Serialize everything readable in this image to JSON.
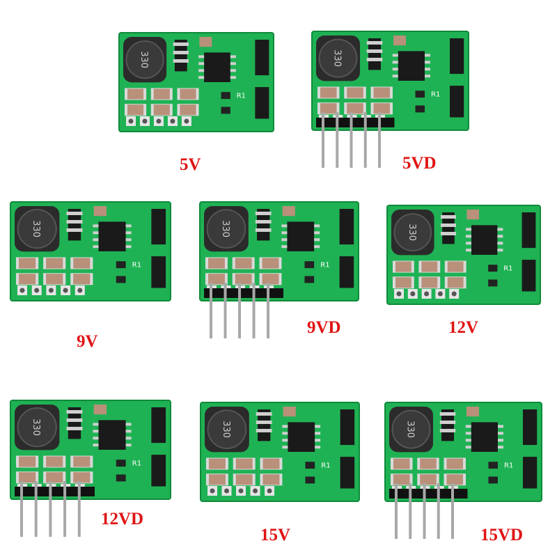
{
  "modules": [
    {
      "label": "5V",
      "inductor_text": "330",
      "resistor_mark": "R1",
      "header_pins": false
    },
    {
      "label": "5VD",
      "inductor_text": "330",
      "resistor_mark": "R1",
      "header_pins": true
    },
    {
      "label": "9V",
      "inductor_text": "330",
      "resistor_mark": "R1",
      "header_pins": false
    },
    {
      "label": "9VD",
      "inductor_text": "330",
      "resistor_mark": "R1",
      "header_pins": true
    },
    {
      "label": "12V",
      "inductor_text": "330",
      "resistor_mark": "R1",
      "header_pins": false
    },
    {
      "label": "12VD",
      "inductor_text": "330",
      "resistor_mark": "R1",
      "header_pins": true
    },
    {
      "label": "15V",
      "inductor_text": "330",
      "resistor_mark": "R1",
      "header_pins": false
    },
    {
      "label": "15VD",
      "inductor_text": "330",
      "resistor_mark": "R1",
      "header_pins": true
    }
  ],
  "colors": {
    "pcb": "#1fb254",
    "pcb_edge": "#0e8a3a",
    "label": "#e01414",
    "capacitor": "#b9907a",
    "capacitor_pad": "#d9d9d9",
    "inductor": "#3a3a3a",
    "chip": "#1a1a1a",
    "header_plastic": "#111111",
    "pin_metal": "#a8a8a8"
  }
}
